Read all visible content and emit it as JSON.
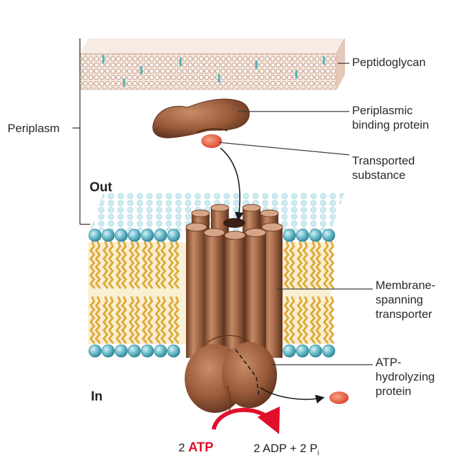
{
  "labels": {
    "peptidoglycan": "Peptidoglycan",
    "periplasmic_binding_protein": [
      "Periplasmic",
      "binding protein"
    ],
    "transported_substance": [
      "Transported",
      "substance"
    ],
    "periplasm": "Periplasm",
    "out": "Out",
    "in": "In",
    "membrane_spanning_transporter": [
      "Membrane-",
      "spanning",
      "transporter"
    ],
    "atp_hydrolyzing_protein": [
      "ATP-",
      "hydrolyzing",
      "protein"
    ]
  },
  "reaction": {
    "atp_coefficient": "2",
    "atp": "ATP",
    "products": "2 ADP + 2 P",
    "products_subscript": "i"
  },
  "colors": {
    "protein": "#9a5c3c",
    "substance": "#e2553e",
    "atp_arrow": "#e0102b",
    "lipid_head": "#6fc0cf",
    "lipid_tail": "#e7b74b",
    "peptidoglycan": "#e8d2c2"
  }
}
